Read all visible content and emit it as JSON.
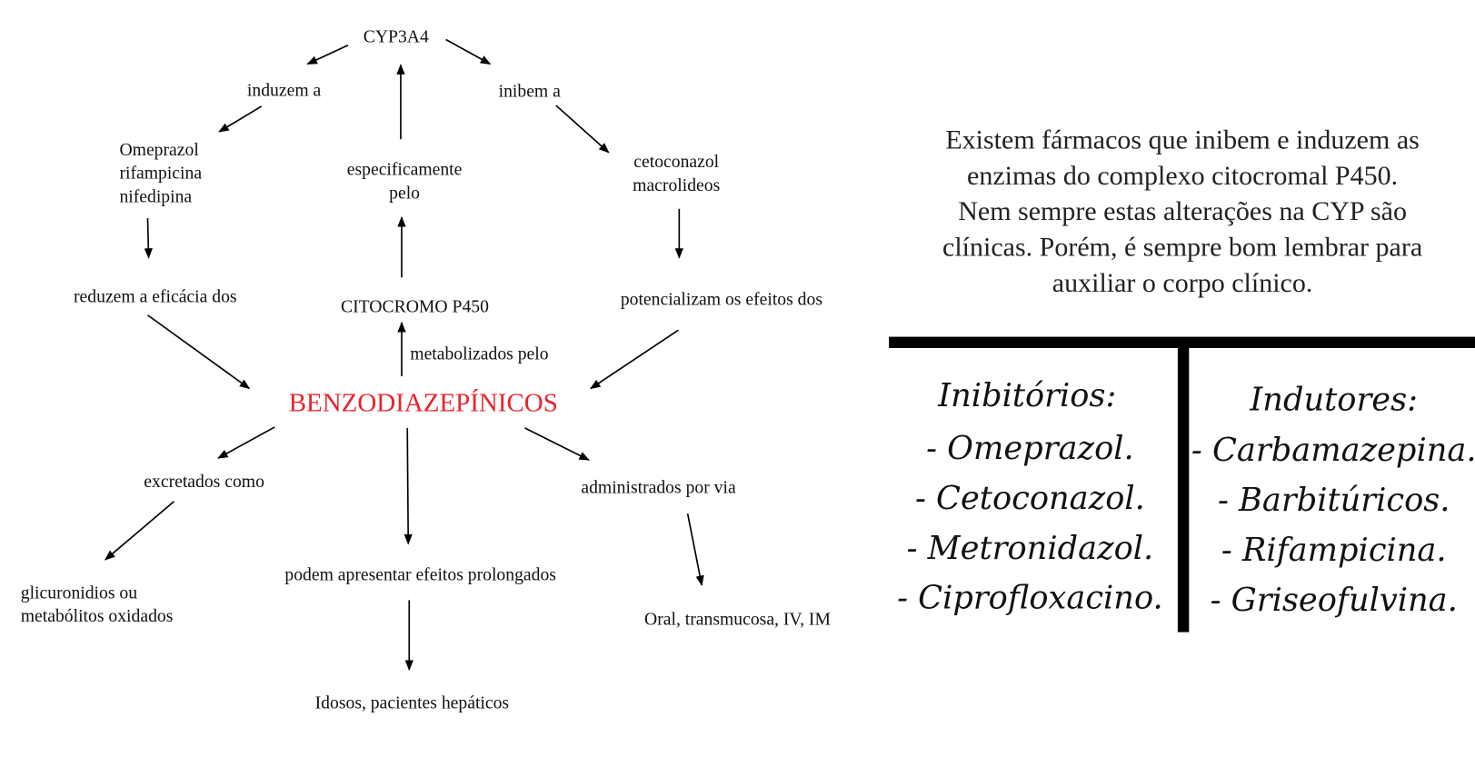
{
  "concept_map": {
    "cyp": "CYP3A4",
    "induce": "induzem a",
    "inhibit": "inibem a",
    "inducers": [
      "Omeprazol",
      "rifampicina",
      "nifedipina"
    ],
    "specifically": [
      "especificamente",
      "pelo"
    ],
    "inhibitors": [
      "cetoconazol",
      "macrolideos"
    ],
    "reduce": "reduzem a eficácia dos",
    "cytochrome": "CITOCROMO P450",
    "potentiate": "potencializam os efeitos dos",
    "metabolized": "metabolizados pelo",
    "center": "BENZODIAZEPÍNICOS",
    "center_color": "#e8242c",
    "excreted": "excretados como",
    "excreted_as": [
      "glicuronidios ou",
      "metabólitos oxidados"
    ],
    "prolonged": "podem apresentar efeitos prolongados",
    "prolonged_who": "Idosos, pacientes hepáticos",
    "administered": "administrados por via",
    "routes": "Oral, transmucosa, IV, IM"
  },
  "note": {
    "lines": [
      "Existem fármacos que inibem e induzem as",
      "enzimas do complexo citocromal P450.",
      "Nem sempre estas alterações na CYP são",
      "clínicas. Porém, é sempre bom lembrar para",
      "auxiliar o corpo clínico."
    ]
  },
  "table": {
    "left_header": "Inibitórios:",
    "left_items": [
      "- Omeprazol.",
      "- Cetoconazol.",
      "- Metronidazol.",
      "- Ciprofloxacino."
    ],
    "right_header": "Indutores:",
    "right_items": [
      "- Carbamazepina.",
      "- Barbitúricos.",
      "- Rifampicina.",
      "- Griseofulvina."
    ]
  }
}
